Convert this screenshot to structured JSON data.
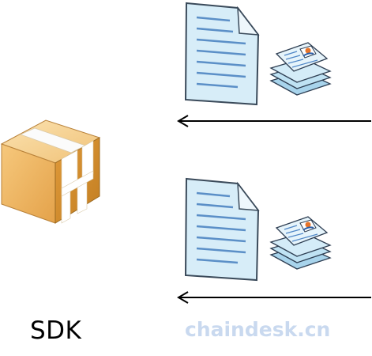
{
  "sdk": {
    "label": "SDK",
    "icon": "package-box-icon"
  },
  "watermark": {
    "text": "chaindesk.cn"
  },
  "flows": [
    {
      "document_icon": "document-icon",
      "cards_icon": "id-cards-stack-icon",
      "arrow": "arrow-left"
    },
    {
      "document_icon": "document-icon",
      "cards_icon": "id-cards-stack-icon",
      "arrow": "arrow-left"
    }
  ],
  "colors": {
    "box_face": "#eaa746",
    "tape": "#ffffff",
    "doc_fill": "#d7edf8",
    "doc_lines": "#5b8fc7",
    "arrow": "#000000",
    "watermark": "#c9d9ef"
  }
}
